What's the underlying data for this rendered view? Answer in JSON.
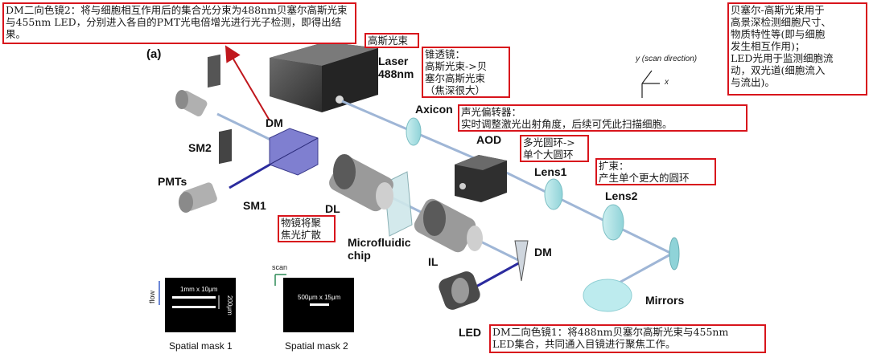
{
  "panel_label": "(a)",
  "components": {
    "laser": "Laser\n488nm",
    "axicon": "Axicon",
    "aod": "AOD",
    "lens1": "Lens1",
    "lens2": "Lens2",
    "mirrors": "Mirrors",
    "dm_top": "DM",
    "dm_bottom": "DM",
    "sm2": "SM2",
    "sm1": "SM1",
    "pmts": "PMTs",
    "dl": "DL",
    "chip": "Microfluidic\nchip",
    "il": "IL",
    "led": "LED"
  },
  "axes": {
    "y": "y (scan direction)",
    "x": "x"
  },
  "annotations": {
    "dm2_top": "DM二向色镜2：将与细胞相互作用后的集合光分束为488nm贝塞尔高斯光束与455nm LED，分别进入各自的PMT光电倍增光进行光子检测，即得出结果。",
    "gauss": "高斯光束",
    "axicon_note": "锥透镜：\n高斯光束->贝\n塞尔高斯光束\n（焦深很大）",
    "bessel_note": "贝塞尔-高斯光束用于\n高景深检测细胞尺寸、\n物质特性等(即与细胞\n发生相互作用)；\nLED光用于监测细胞流\n动，双光道(细胞流入\n与流出)。",
    "aod_note": "声光偏转器：\n实时调整激光出射角度，后续可凭此扫描细胞。",
    "ring_note": "多光圆环->\n单个大圆环",
    "expand_note": "扩束：\n产生单个更大的圆环",
    "objective_note": "物镜将聚\n焦光扩散",
    "dm1_note": "DM二向色镜1：将488nm贝塞尔高斯光束与455nm\n LED集合，共同通入目镜进行聚焦工作。"
  },
  "masks": {
    "mask1": {
      "flow": "flow",
      "size": "1mm x 10μm",
      "gap": "200μm",
      "caption": "Spatial mask 1"
    },
    "mask2": {
      "scan": "scan",
      "size": "500μm x 15μm",
      "caption": "Spatial mask 2"
    }
  },
  "colors": {
    "annotation_border": "#d8141c",
    "beam_blue": "#3a5fc8",
    "beam_dark": "#1a1a8c",
    "arrow_red": "#c0171d"
  }
}
